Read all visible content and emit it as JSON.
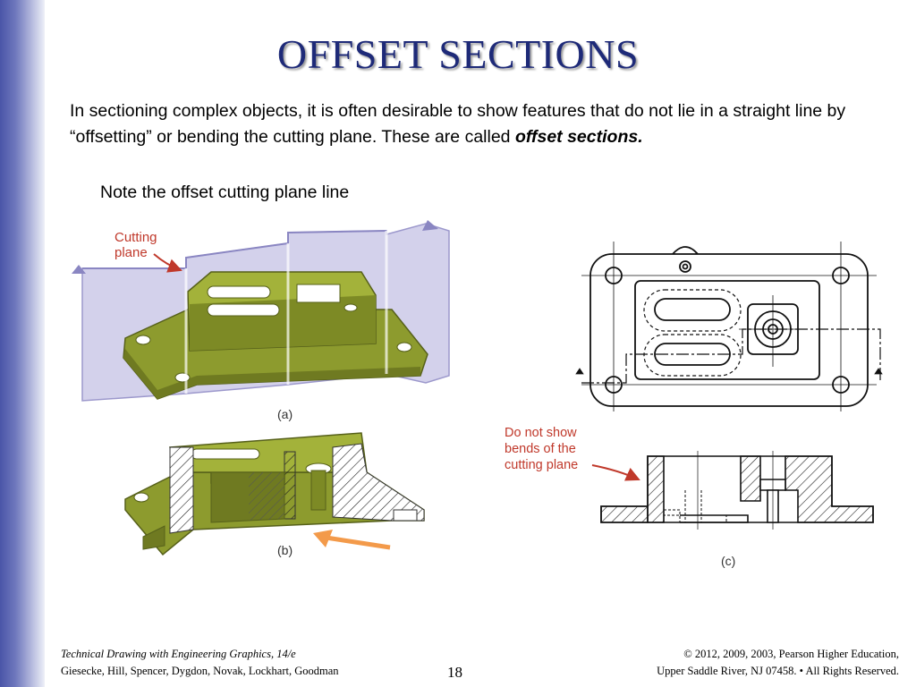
{
  "slide": {
    "title": "OFFSET SECTIONS",
    "intro_text": "In sectioning complex objects, it is often desirable to show features that do not lie in a straight line by “offsetting” or bending the cutting plane. These are called ",
    "intro_emphasis": "offset sections.",
    "note": "Note the offset cutting plane line"
  },
  "figure": {
    "cutting_plane_label": [
      "Cutting",
      "plane"
    ],
    "caption_a": "(a)",
    "caption_b": "(b)",
    "caption_c": "(c)",
    "callout_lines": [
      "Do not show",
      "bends of the",
      "cutting plane"
    ],
    "colors": {
      "part_green": "#8c9a2c",
      "plane_lavender": "#b9b6dc",
      "callout_red": "#c0392b",
      "arrow_orange": "#f39a4a"
    }
  },
  "footer": {
    "book_title": "Technical Drawing with Engineering Graphics, 14/e",
    "authors": "Giesecke, Hill, Spencer, Dygdon, Novak, Lockhart, Goodman",
    "page_number": "18",
    "copyright": "© 2012, 2009, 2003, Pearson Higher Education,",
    "address": "Upper Saddle River, NJ 07458. • All Rights Reserved."
  }
}
